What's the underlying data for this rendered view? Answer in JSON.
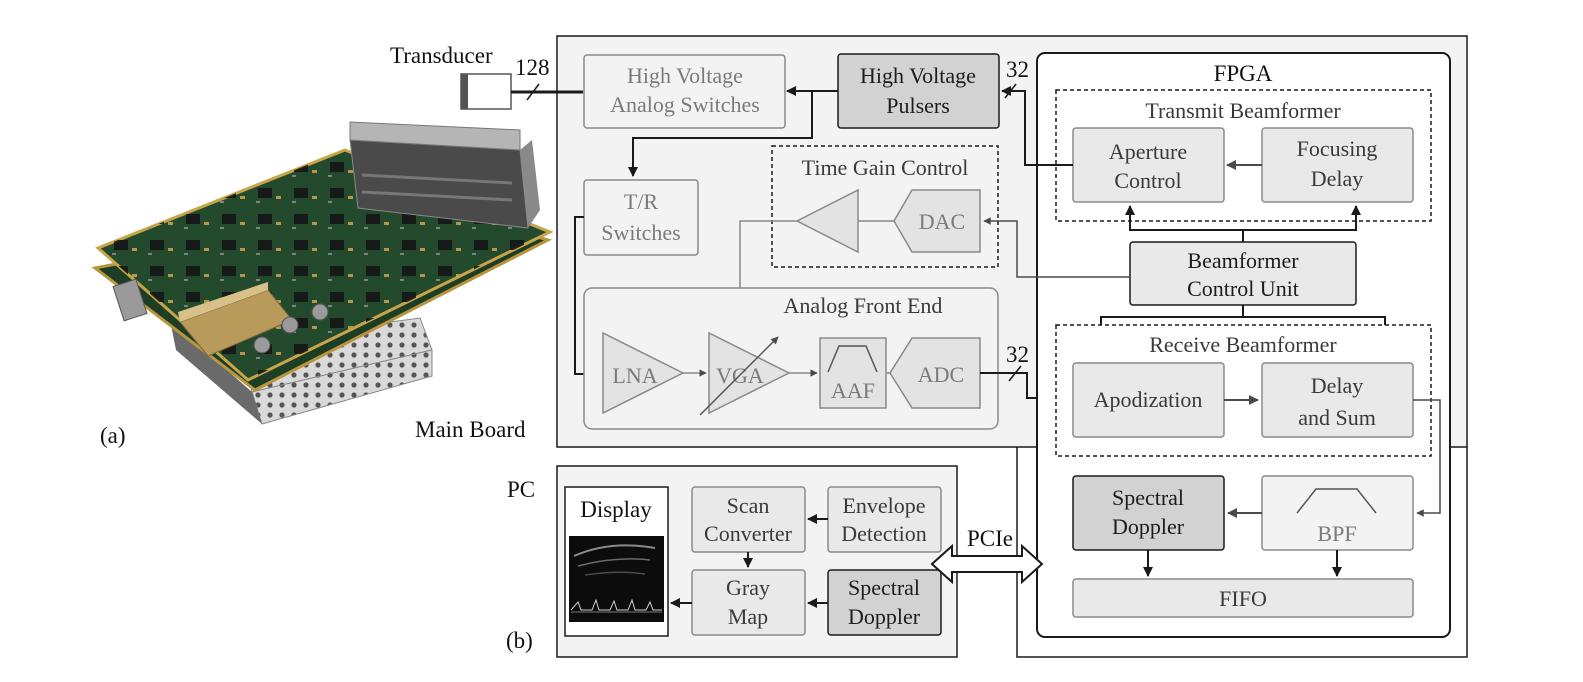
{
  "panel_a": {
    "label": "(a)"
  },
  "panel_b": {
    "label": "(b)"
  },
  "transducer": {
    "label": "Transducer",
    "channels": "128"
  },
  "main_board": {
    "label": "Main Board",
    "hv_switches": [
      "High Voltage",
      "Analog Switches"
    ],
    "hv_pulsers": [
      "High Voltage",
      "Pulsers"
    ],
    "pulser_channels": "32",
    "tr_switches": [
      "T/R",
      "Switches"
    ],
    "tgc": {
      "title": "Time Gain Control",
      "dac": "DAC"
    },
    "afe": {
      "title": "Analog Front End",
      "lna": "LNA",
      "vga": "VGA",
      "aaf": "AAF",
      "adc": "ADC"
    },
    "adc_channels": "32"
  },
  "fpga": {
    "label": "FPGA",
    "transmit": {
      "title": "Transmit Beamformer",
      "aperture": [
        "Aperture",
        "Control"
      ],
      "focusing": [
        "Focusing",
        "Delay"
      ]
    },
    "control_unit": [
      "Beamformer",
      "Control Unit"
    ],
    "receive": {
      "title": "Receive Beamformer",
      "apodization": "Apodization",
      "delay_sum": [
        "Delay",
        "and Sum"
      ]
    },
    "spectral_doppler": [
      "Spectral",
      "Doppler"
    ],
    "bpf": "BPF",
    "fifo": "FIFO"
  },
  "link": {
    "label": "PCIe"
  },
  "pc": {
    "label": "PC",
    "display": "Display",
    "scan_converter": [
      "Scan",
      "Converter"
    ],
    "envelope": [
      "Envelope",
      "Detection"
    ],
    "gray_map": [
      "Gray",
      "Map"
    ],
    "spectral_doppler": [
      "Spectral",
      "Doppler"
    ]
  },
  "colors": {
    "panel_fill": "#f3f3f3",
    "box_fill": "#e9e9e9",
    "box_dark_fill": "#d2d2d2",
    "box_stroke": "#7a7a7a",
    "line": "#1a1a1a",
    "pcb_green": "#244a2e"
  },
  "icons": {
    "board_photo": "ultrasound-circuit-board",
    "display_image": "ultrasound-b-mode-doppler",
    "arrow": "arrowhead",
    "bus": "slash-bus-marker"
  }
}
